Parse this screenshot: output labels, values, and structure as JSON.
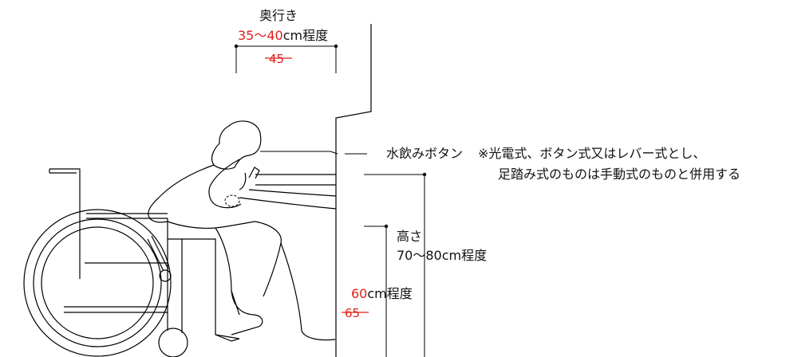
{
  "labels": {
    "depth_title": "奥行き",
    "depth_range_red": "35～40",
    "depth_range_suffix": "cm程度",
    "depth_old": "45",
    "button_title": "水飲みボタン",
    "button_note_line1": "※光電式、ボタン式又はレバー式とし、",
    "button_note_line2": "足踏み式のものは手動式のものと併用する",
    "height_title": "高さ",
    "height_range": "70～80cm程度",
    "knee_value_red": "60",
    "knee_suffix": "cm程度",
    "knee_old": "65"
  },
  "colors": {
    "line": "#000000",
    "revision_red": "#e0201b",
    "text": "#111111"
  }
}
